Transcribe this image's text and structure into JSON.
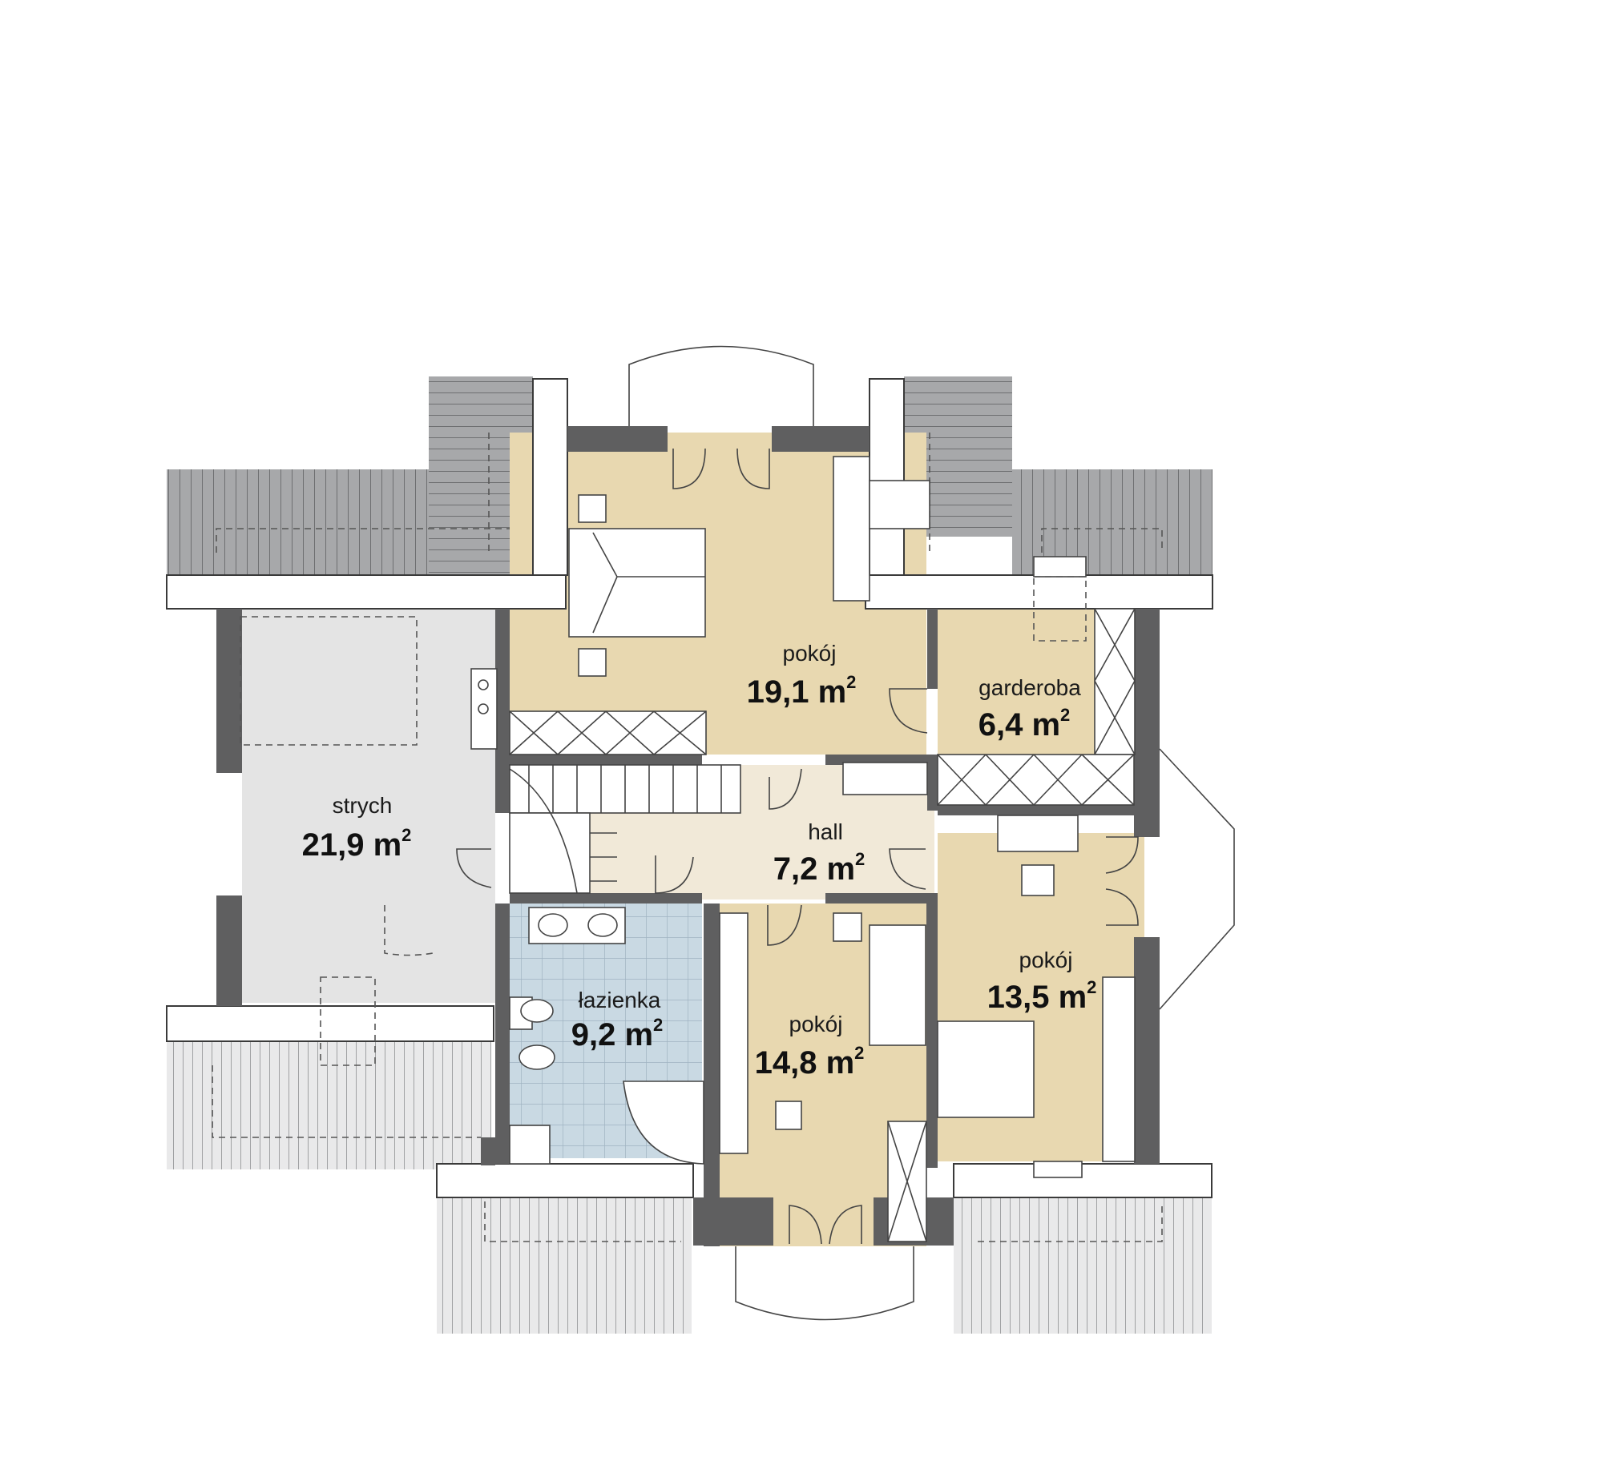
{
  "floor_plan": {
    "colors": {
      "bedroom_floor": "#e8d8b0",
      "hall_floor": "#f1e9d8",
      "attic_floor": "#e4e4e4",
      "bathroom_tile": "#c9d9e3",
      "wall": "#5f5f60",
      "roof": "#a3a4a6"
    },
    "rooms": {
      "pokoj_top": {
        "name": "pokój",
        "area": "19,1 m",
        "unit_sup": "2"
      },
      "garderoba": {
        "name": "garderoba",
        "area": "6,4 m",
        "unit_sup": "2"
      },
      "strych": {
        "name": "strych",
        "area": "21,9 m",
        "unit_sup": "2"
      },
      "hall": {
        "name": "hall",
        "area": "7,2 m",
        "unit_sup": "2"
      },
      "lazienka": {
        "name": "łazienka",
        "area": "9,2 m",
        "unit_sup": "2"
      },
      "pokoj_middle": {
        "name": "pokój",
        "area": "14,8 m",
        "unit_sup": "2"
      },
      "pokoj_right": {
        "name": "pokój",
        "area": "13,5 m",
        "unit_sup": "2"
      }
    }
  }
}
